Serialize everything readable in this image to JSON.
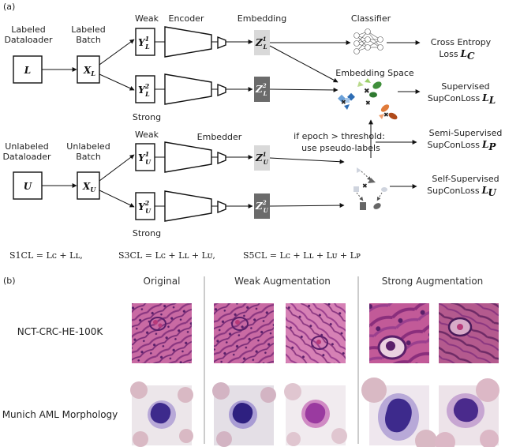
{
  "panel_a_label": "(a)",
  "panel_b_label": "(b)",
  "labeled": {
    "dataloader": [
      "Labeled",
      "Dataloader"
    ],
    "dataloader_symbol": "L",
    "batch": [
      "Labeled",
      "Batch"
    ],
    "batch_symbol": "X",
    "batch_sub": "L"
  },
  "unlabeled": {
    "dataloader": [
      "Unlabeled",
      "Dataloader"
    ],
    "dataloader_symbol": "U",
    "batch": [
      "Unlabeled",
      "Batch"
    ],
    "batch_symbol": "X",
    "batch_sub": "U"
  },
  "aug": {
    "weak": "Weak",
    "strong": "Strong"
  },
  "views": {
    "yl1": {
      "sym": "Y",
      "sup": "1",
      "sub": "L"
    },
    "yl2": {
      "sym": "Y",
      "sup": "2",
      "sub": "L"
    },
    "yu1": {
      "sym": "Y",
      "sup": "1",
      "sub": "U"
    },
    "yu2": {
      "sym": "Y",
      "sup": "2",
      "sub": "U"
    },
    "zl1": {
      "sym": "Z",
      "sup": "1",
      "sub": "L"
    },
    "zl2": {
      "sym": "Z",
      "sup": "2",
      "sub": "L"
    },
    "zu1": {
      "sym": "Z",
      "sup": "1",
      "sub": "U"
    },
    "zu2": {
      "sym": "Z",
      "sup": "2",
      "sub": "U"
    }
  },
  "labels": {
    "encoder": "Encoder",
    "embedder": "Embedder",
    "embedding": "Embedding",
    "classifier": "Classifier",
    "embedding_space": "Embedding Space",
    "threshold": [
      "if epoch > threshold:",
      "use pseudo-labels"
    ]
  },
  "losses": {
    "ce": {
      "name": [
        "Cross Entropy",
        "Loss"
      ],
      "sym": "L",
      "sub": "C"
    },
    "sup": {
      "name": [
        "Supervised",
        "SupConLoss"
      ],
      "sym": "L",
      "sub": "L"
    },
    "semi": {
      "name": [
        "Semi-Supervised",
        "SupConLoss"
      ],
      "sym": "L",
      "sub": "P"
    },
    "self": {
      "name": [
        "Self-Supervised",
        "SupConLoss"
      ],
      "sym": "L",
      "sub": "U"
    }
  },
  "formulas": {
    "s1": "S1CL = Lᴄ + Lʟ,",
    "s3": "S3CL = Lᴄ + Lʟ + Lᴜ,",
    "s5": "S5CL = Lᴄ + Lʟ + Lᴜ + Lᴘ"
  },
  "panel_b": {
    "col_headers": [
      "Original",
      "Weak Augmentation",
      "Strong Augmentation"
    ],
    "row_labels": [
      "NCT-CRC-HE-100K",
      "Munich AML Morphology"
    ]
  },
  "colors": {
    "embed_light": "#d9d9d9",
    "embed_dark": "#6b6b6b",
    "tissue_pink": "#c4609a",
    "tissue_purple": "#7a2d78",
    "blood_bg": "#ece6ea",
    "rbc": "#d9b9c4",
    "nucleus": "#3d2a8c",
    "granule": "#9a3aa0"
  }
}
